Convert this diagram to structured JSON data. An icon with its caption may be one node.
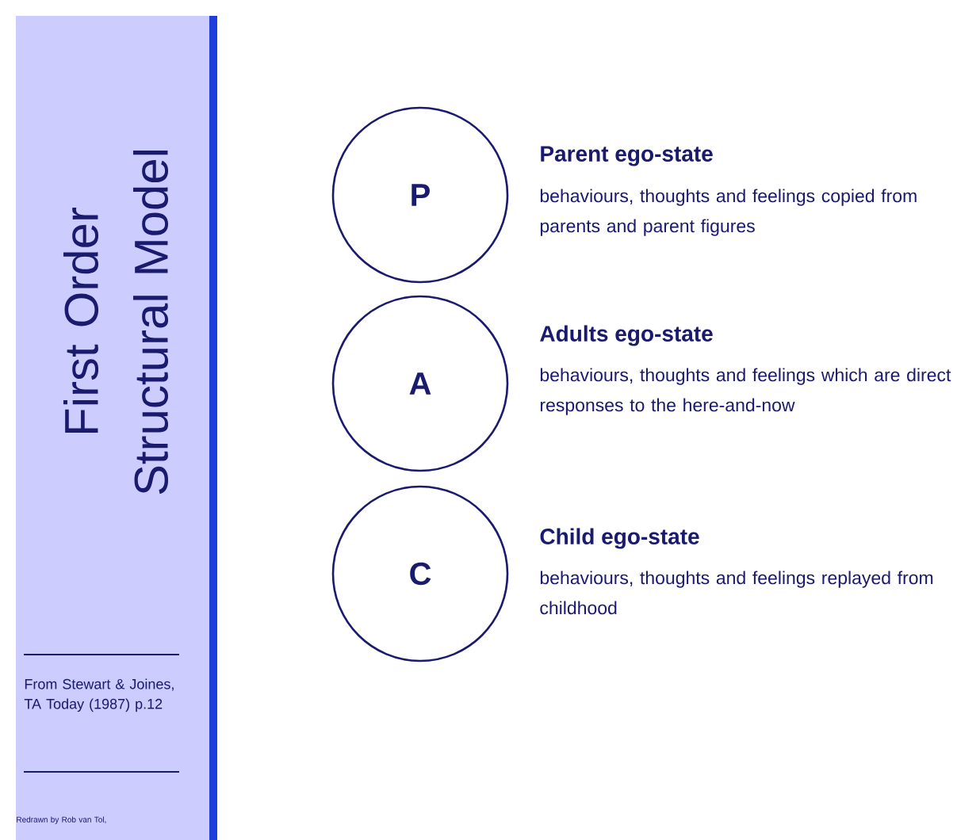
{
  "diagram": {
    "title": "First Order Structural Model",
    "nodes": [
      {
        "text": [
          "P"
        ],
        "beside": [
          "Parent ego-state",
          "behaviours, thoughts and feelings copied from parents and parent figures"
        ]
      },
      {
        "text": [
          "A"
        ],
        "beside": [
          "Adults ego-state",
          "behaviours, thoughts and feelings which are direct responses to the here-and-now"
        ]
      },
      {
        "text": [
          "C"
        ],
        "beside": [
          "Child ego-state",
          "behaviours, thoughts and feelings replayed from childhood"
        ]
      }
    ],
    "labels": [
      "From Stewart & Joines, TA Today (1987) p.12",
      "Redrawn by Rob van Tol,"
    ]
  }
}
